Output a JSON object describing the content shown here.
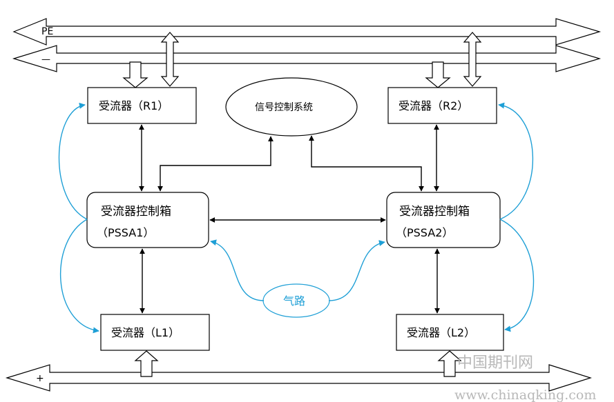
{
  "buses": {
    "pe": "PE",
    "neg": "—",
    "pos": "+"
  },
  "nodes": {
    "r1": "受流器（R1）",
    "r2": "受流器（R2）",
    "l1": "受流器（L1）",
    "l2": "受流器（L2）",
    "pssa1_line1": "受流器控制箱",
    "pssa1_line2": "（PSSA1）",
    "pssa2_line1": "受流器控制箱",
    "pssa2_line2": "（PSSA2）",
    "signal": "信号控制系统",
    "air": "气路"
  },
  "watermark": {
    "line1": "中国期刊网",
    "line2": "www.chinaqking.com"
  },
  "colors": {
    "line": "#000000",
    "air_link": "#1e9fd6"
  }
}
